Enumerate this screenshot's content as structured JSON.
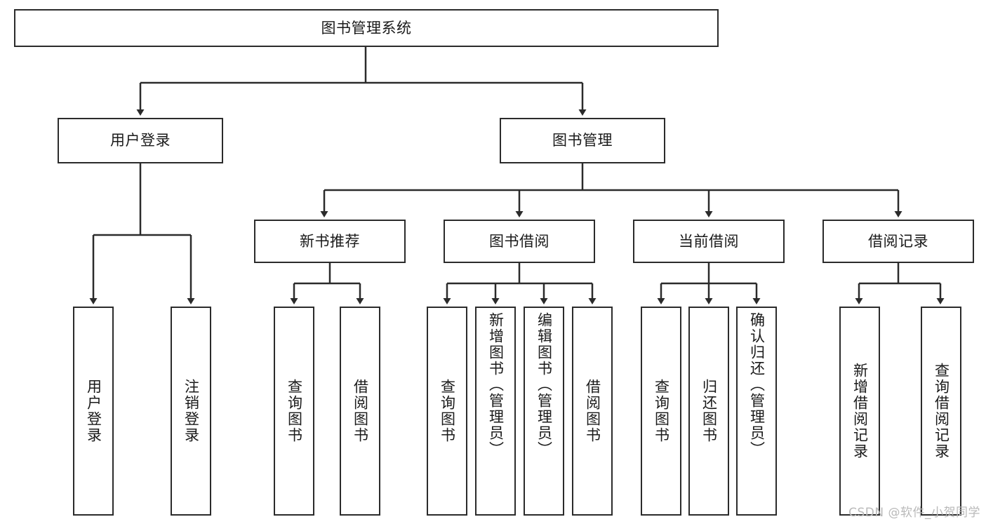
{
  "diagram": {
    "type": "tree-flowchart",
    "title": "图书管理系统",
    "watermark": "CSDN @软件_小贺同学",
    "colors": {
      "box_border": "#2b2b2b",
      "box_fill": "#ffffff",
      "edge": "#2b2b2b",
      "text": "#1a1a1a",
      "watermark": "#b9b9b9"
    },
    "levels": {
      "root": {
        "label": "图书管理系统"
      },
      "level2": [
        {
          "id": "user-login",
          "label": "用户登录"
        },
        {
          "id": "book-management",
          "label": "图书管理"
        }
      ],
      "level3": [
        {
          "id": "new-book-recommend",
          "label": "新书推荐"
        },
        {
          "id": "book-borrow",
          "label": "图书借阅"
        },
        {
          "id": "current-borrow",
          "label": "当前借阅"
        },
        {
          "id": "borrow-record",
          "label": "借阅记录"
        }
      ],
      "leaves": {
        "user_login": [
          {
            "id": "leaf-user-login",
            "label": "用户登录"
          },
          {
            "id": "leaf-logout-login",
            "label": "注销登录"
          }
        ],
        "new_book_recommend": [
          {
            "id": "leaf-query-book-1",
            "label": "查询图书"
          },
          {
            "id": "leaf-borrow-book-1",
            "label": "借阅图书"
          }
        ],
        "book_borrow": [
          {
            "id": "leaf-query-book-2",
            "label": "查询图书"
          },
          {
            "id": "leaf-add-book",
            "label": "新增图书（管理员）"
          },
          {
            "id": "leaf-edit-book",
            "label": "编辑图书（管理员）"
          },
          {
            "id": "leaf-borrow-book-2",
            "label": "借阅图书"
          }
        ],
        "current_borrow": [
          {
            "id": "leaf-query-book-3",
            "label": "查询图书"
          },
          {
            "id": "leaf-return-book",
            "label": "归还图书"
          },
          {
            "id": "leaf-confirm-return",
            "label": "确认归还（管理员）"
          }
        ],
        "borrow_record": [
          {
            "id": "leaf-add-record",
            "label": "新增借阅记录"
          },
          {
            "id": "leaf-query-record",
            "label": "查询借阅记录"
          }
        ]
      }
    }
  }
}
